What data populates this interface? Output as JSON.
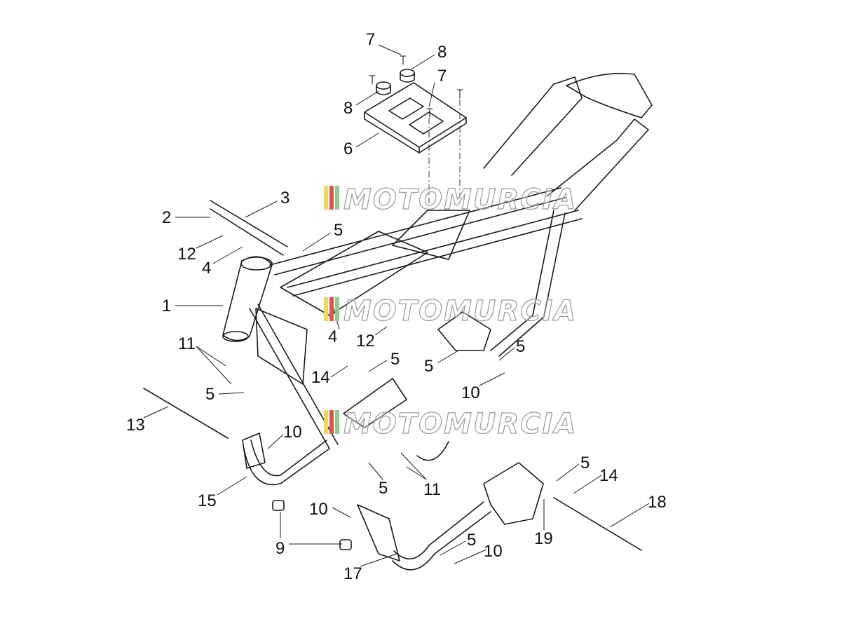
{
  "watermark": {
    "text": "MOTOMURCIA",
    "stripe_colors": [
      "#e8da5a",
      "#e0534b",
      "#8fca8f"
    ]
  },
  "callouts": [
    {
      "id": "c7a",
      "label": "7"
    },
    {
      "id": "c8a",
      "label": "8"
    },
    {
      "id": "c7b",
      "label": "7"
    },
    {
      "id": "c8b",
      "label": "8"
    },
    {
      "id": "c6",
      "label": "6"
    },
    {
      "id": "c3",
      "label": "3"
    },
    {
      "id": "c2",
      "label": "2"
    },
    {
      "id": "c5a",
      "label": "5"
    },
    {
      "id": "c12a",
      "label": "12"
    },
    {
      "id": "c4a",
      "label": "4"
    },
    {
      "id": "c1",
      "label": "1"
    },
    {
      "id": "c4b",
      "label": "4"
    },
    {
      "id": "c12b",
      "label": "12"
    },
    {
      "id": "c11a",
      "label": "11"
    },
    {
      "id": "c5b",
      "label": "5"
    },
    {
      "id": "c14a",
      "label": "14"
    },
    {
      "id": "c5c",
      "label": "5"
    },
    {
      "id": "c5d",
      "label": "5"
    },
    {
      "id": "c5e",
      "label": "5"
    },
    {
      "id": "c10a",
      "label": "10"
    },
    {
      "id": "c13",
      "label": "13"
    },
    {
      "id": "c10b",
      "label": "10"
    },
    {
      "id": "c15",
      "label": "15"
    },
    {
      "id": "c5f",
      "label": "5"
    },
    {
      "id": "c11b",
      "label": "11"
    },
    {
      "id": "c5g",
      "label": "5"
    },
    {
      "id": "c14b",
      "label": "14"
    },
    {
      "id": "c18",
      "label": "18"
    },
    {
      "id": "c10c",
      "label": "10"
    },
    {
      "id": "c9",
      "label": "9"
    },
    {
      "id": "c19",
      "label": "19"
    },
    {
      "id": "c5h",
      "label": "5"
    },
    {
      "id": "c10d",
      "label": "10"
    },
    {
      "id": "c17",
      "label": "17"
    }
  ]
}
